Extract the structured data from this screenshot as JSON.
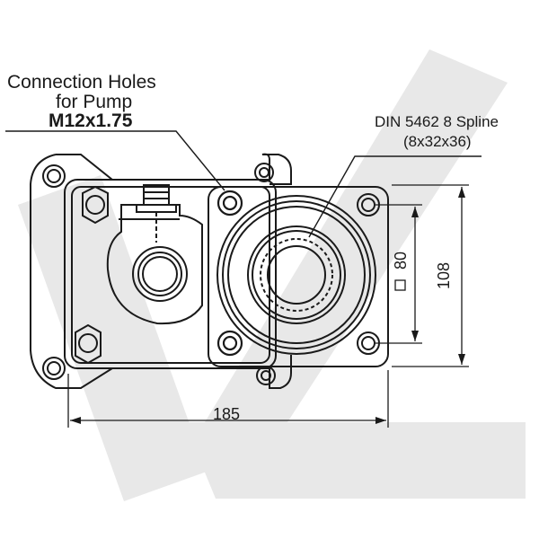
{
  "labels": {
    "connection_line1": "Connection Holes",
    "connection_line2": "for Pump",
    "thread": "M12x1.75",
    "spline_line1": "DIN 5462 8 Spline",
    "spline_line2": "(8x32x36)",
    "dim_width": "185",
    "dim_square": "80",
    "dim_height": "108"
  },
  "colors": {
    "line": "#1a1a1a",
    "watermark": "#e6e6e6",
    "background": "#ffffff"
  }
}
